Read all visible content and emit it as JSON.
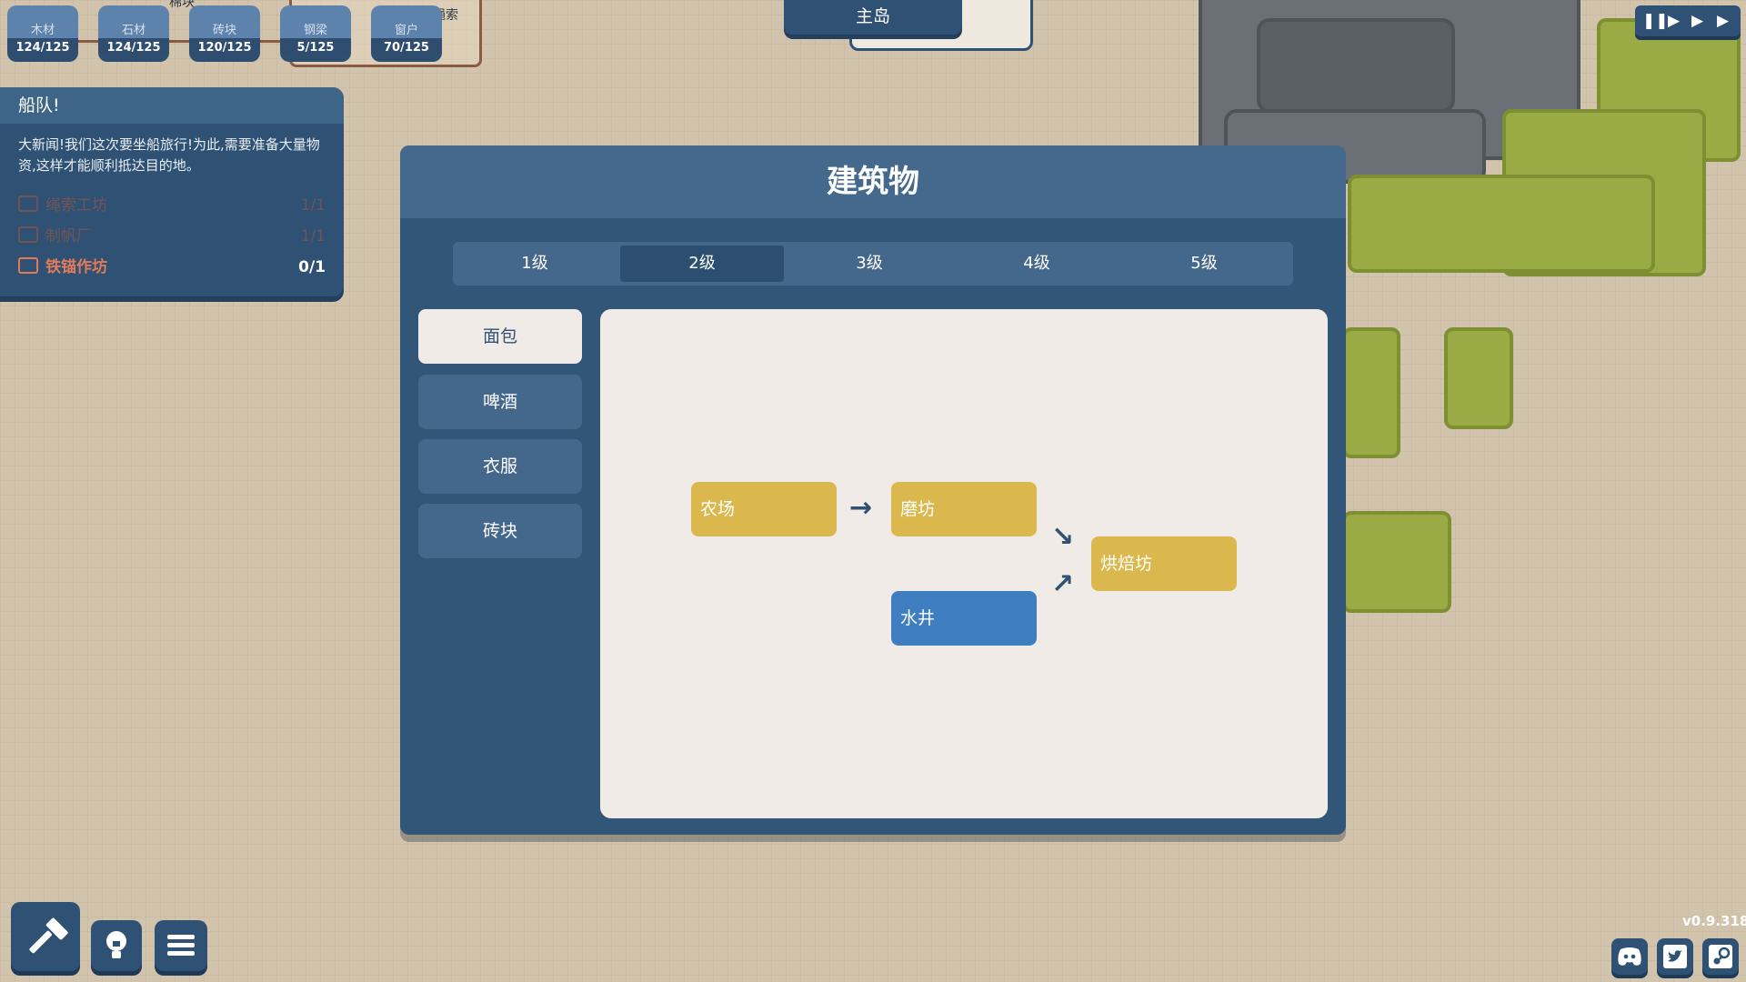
{
  "colors": {
    "panel": "#2f5274",
    "panel_header": "#45698d",
    "resource_chip": "#5d83ad",
    "map_green": "#9aaa45",
    "map_grey": "#6b6f76",
    "node_yellow": "#dbb84e",
    "node_blue": "#3f7ec0",
    "quest_done": "#a8553f",
    "quest_active": "#e07a58"
  },
  "resources": {
    "items": [
      {
        "name": "木材",
        "value": "124/125"
      },
      {
        "name": "石材",
        "value": "124/125"
      },
      {
        "name": "砖块",
        "value": "120/125"
      },
      {
        "name": "钢梁",
        "value": "5/125"
      },
      {
        "name": "窗户",
        "value": "70/125"
      }
    ],
    "frame_label_top": "棉块",
    "frame_label_right": "绳索"
  },
  "quest": {
    "title": "船队!",
    "description": "大新闻!我们这次要坐船旅行!为此,需要准备大量物资,这样才能顺利抵达目的地。",
    "items": [
      {
        "label": "绳索工坊",
        "count": "1/1",
        "state": "done"
      },
      {
        "label": "制帆厂",
        "count": "1/1",
        "state": "done"
      },
      {
        "label": "铁锚作坊",
        "count": "0/1",
        "state": "active"
      }
    ]
  },
  "island_tab": "主岛",
  "modal": {
    "title": "建筑物",
    "tabs": [
      "1级",
      "2级",
      "3级",
      "4级",
      "5级"
    ],
    "active_tab": "2级",
    "categories": [
      "面包",
      "啤酒",
      "衣服",
      "砖块"
    ],
    "active_category": "面包",
    "chain": {
      "nodes": {
        "farm": "农场",
        "mill": "磨坊",
        "well": "水井",
        "bakery": "烘焙坊"
      },
      "arrows": {
        "farm_to_mill": "→",
        "mill_to_bakery": "↘",
        "well_to_bakery": "↗"
      }
    }
  },
  "controls": {
    "speed_buttons": [
      "pause-icon",
      "play-icon",
      "fast-forward-icon",
      "fastest-icon"
    ],
    "tools": [
      "hammer-icon",
      "lightbulb-icon",
      "menu-icon"
    ],
    "social": [
      "discord-icon",
      "twitter-icon",
      "steam-icon"
    ]
  },
  "version": "v0.9.318"
}
